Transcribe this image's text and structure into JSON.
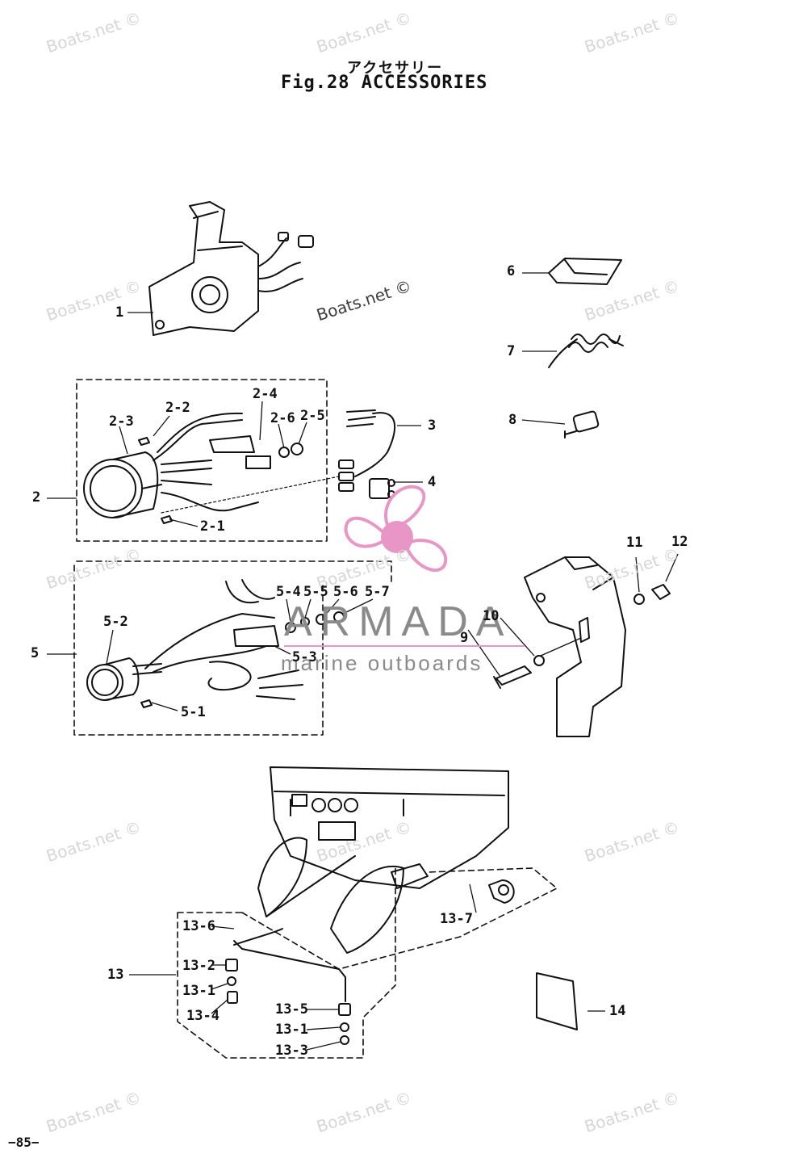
{
  "title": {
    "japanese": "アクセサリー",
    "english": "Fig.28  ACCESSORIES"
  },
  "page_number": "−85−",
  "watermark": {
    "text": "Boats.net ©"
  },
  "overlay_logo": {
    "name": "ARMADA",
    "tagline": "marine outboards",
    "colors": {
      "propeller": "#e896c6",
      "text": "#8a8a8a"
    }
  },
  "callouts": [
    "1",
    "2",
    "2-1",
    "2-2",
    "2-3",
    "2-4",
    "2-5",
    "2-6",
    "3",
    "4",
    "5",
    "5-1",
    "5-2",
    "5-3",
    "5-4",
    "5-5",
    "5-6",
    "5-7",
    "6",
    "7",
    "8",
    "9",
    "10",
    "11",
    "12",
    "13",
    "13-1",
    "13-1",
    "13-2",
    "13-3",
    "13-4",
    "13-5",
    "13-6",
    "13-7",
    "14"
  ]
}
